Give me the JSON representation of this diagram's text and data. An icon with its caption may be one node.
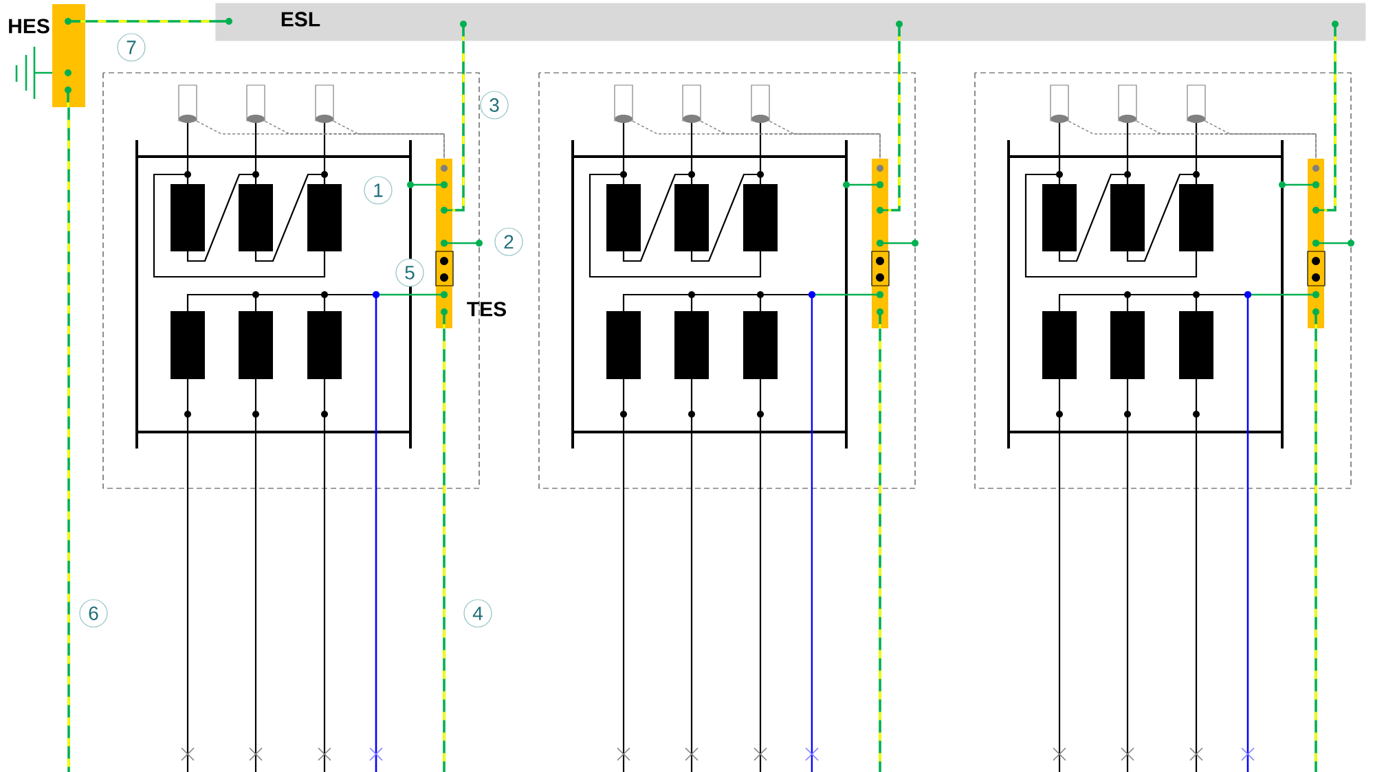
{
  "diagram": {
    "nodes": [
      {
        "text": [
          "HES"
        ]
      },
      {
        "text": [
          "ESL"
        ]
      },
      {
        "text": [],
        "shape": "cylinder"
      },
      {
        "text": [],
        "shape": "cylinder"
      },
      {
        "text": [],
        "shape": "cylinder"
      },
      {
        "text": [
          "TES"
        ]
      },
      {
        "text": [],
        "shape": "cylinder"
      },
      {
        "text": [],
        "shape": "cylinder"
      },
      {
        "text": [],
        "shape": "cylinder"
      },
      {
        "text": [],
        "shape": "bar"
      },
      {
        "text": [],
        "shape": "cylinder"
      },
      {
        "text": [],
        "shape": "cylinder"
      },
      {
        "text": [],
        "shape": "cylinder"
      },
      {
        "text": [],
        "shape": "bar"
      }
    ],
    "edges": [
      {
        "from": 0,
        "to": 1,
        "arrow": "none",
        "color": "#00b050"
      },
      {
        "from": 1,
        "to": 5,
        "arrow": "none",
        "color": "#00b050"
      },
      {
        "from": 1,
        "to": 9,
        "arrow": "none",
        "color": "#00b050"
      },
      {
        "from": 1,
        "to": 13,
        "arrow": "none",
        "color": "#00b050"
      },
      {
        "from": 2,
        "to": 5,
        "arrow": "none",
        "style": "dashed",
        "color": "#808080"
      },
      {
        "from": 3,
        "to": 5,
        "arrow": "none",
        "style": "dashed",
        "color": "#808080"
      },
      {
        "from": 4,
        "to": 5,
        "arrow": "none",
        "style": "dashed",
        "color": "#808080"
      },
      {
        "from": 6,
        "to": 9,
        "arrow": "none",
        "style": "dashed",
        "color": "#808080"
      },
      {
        "from": 7,
        "to": 9,
        "arrow": "none",
        "style": "dashed",
        "color": "#808080"
      },
      {
        "from": 8,
        "to": 9,
        "arrow": "none",
        "style": "dashed",
        "color": "#808080"
      },
      {
        "from": 10,
        "to": 13,
        "arrow": "none",
        "style": "dashed",
        "color": "#808080"
      },
      {
        "from": 11,
        "to": 13,
        "arrow": "none",
        "style": "dashed",
        "color": "#808080"
      },
      {
        "from": 12,
        "to": 13,
        "arrow": "none",
        "style": "dashed",
        "color": "#808080"
      },
      {
        "from": 0,
        "to": null,
        "arrow": "none",
        "color": "#00b050"
      },
      {
        "from": 5,
        "to": null,
        "arrow": "none",
        "color": "#00b050"
      },
      {
        "from": 9,
        "to": null,
        "arrow": "none",
        "color": "#00b050"
      },
      {
        "from": 13,
        "to": null,
        "arrow": "none",
        "color": "#00b050"
      }
    ],
    "labels": [
      "7",
      "3",
      "1",
      "2",
      "5",
      "6",
      "4"
    ]
  }
}
